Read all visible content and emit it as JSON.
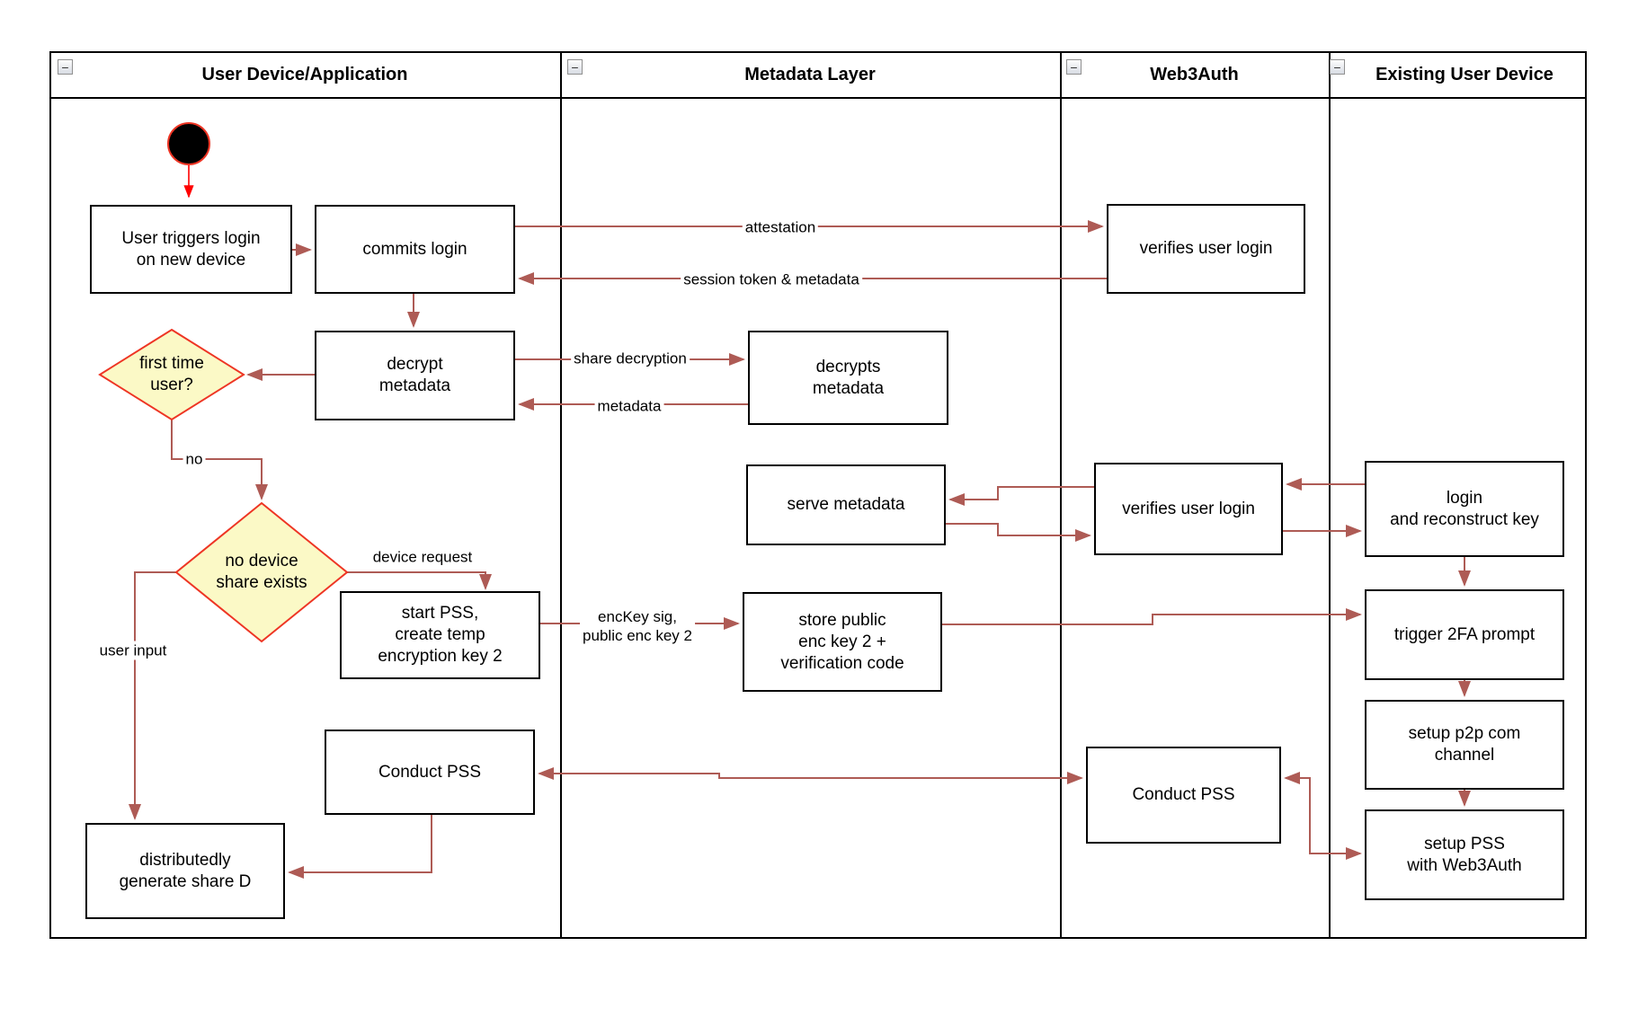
{
  "diagram": {
    "lanes": [
      {
        "title": "User Device/Application"
      },
      {
        "title": "Metadata Layer"
      },
      {
        "title": "Web3Auth"
      },
      {
        "title": "Existing User Device"
      }
    ],
    "icons": {
      "collapse": "−"
    },
    "nodes": {
      "user_triggers_login": "User triggers login\non new device",
      "commits_login": "commits login",
      "verifies_user_login_1": "verifies user login",
      "decrypt_metadata": "decrypt\nmetadata",
      "decrypts_metadata": "decrypts\nmetadata",
      "serve_metadata": "serve metadata",
      "verifies_user_login_2": "verifies user login",
      "login_and_reconstruct_key": "login\nand reconstruct key",
      "start_pss": "start PSS,\ncreate temp\nencryption key 2",
      "store_public_enc_key": "store public\nenc key 2 +\nverification code",
      "conduct_pss_user": "Conduct PSS",
      "conduct_pss_web3auth": "Conduct PSS",
      "distributedly_generate_share_d": "distributedly\ngenerate share D",
      "trigger_2fa_prompt": "trigger 2FA prompt",
      "setup_p2p_com_channel": "setup p2p com\nchannel",
      "setup_pss_with_web3auth": "setup PSS\nwith Web3Auth"
    },
    "decisions": {
      "first_time_user": "first time\nuser?",
      "no_device_share_exists": "no device\nshare exists"
    },
    "edge_labels": {
      "attestation": "attestation",
      "session_token": "session token & metadata",
      "share_decryption": "share decryption",
      "metadata": "metadata",
      "no": "no",
      "device_request": "device request",
      "user_input": "user input",
      "enckey_sig": "encKey sig,\npublic enc key 2"
    },
    "colors": {
      "arrow": "#AE5B55",
      "start_arrow": "#FF0000",
      "diamond_fill": "#FBF9C6",
      "diamond_border": "#EE3524",
      "node_border": "#000000"
    }
  }
}
